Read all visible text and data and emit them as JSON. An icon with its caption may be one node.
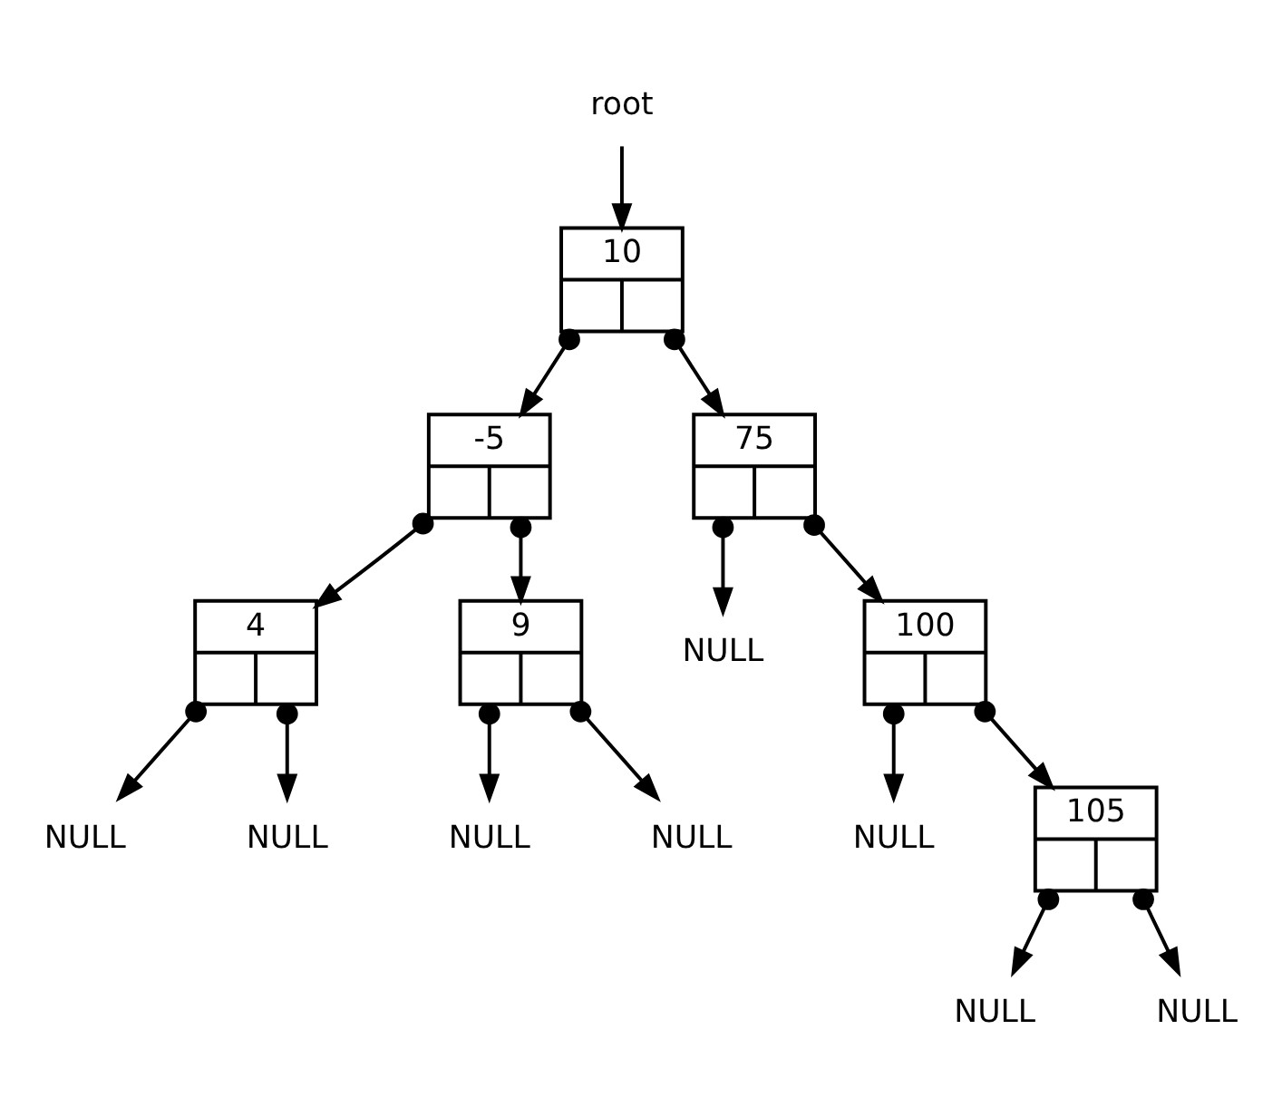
{
  "diagram": {
    "nodes": [
      {
        "text": [
          "root"
        ]
      },
      {
        "text": [
          "10"
        ]
      },
      {
        "text": [
          "-5"
        ]
      },
      {
        "text": [
          "75"
        ]
      },
      {
        "text": [
          "NULL"
        ]
      },
      {
        "text": [
          "4"
        ]
      },
      {
        "text": [
          "9"
        ]
      },
      {
        "text": [
          "100"
        ]
      },
      {
        "text": [
          "NULL"
        ]
      },
      {
        "text": [
          "NULL"
        ]
      },
      {
        "text": [
          "NULL"
        ]
      },
      {
        "text": [
          "NULL"
        ]
      },
      {
        "text": [
          "NULL"
        ]
      },
      {
        "text": [
          "105"
        ]
      },
      {
        "text": [
          "NULL"
        ]
      },
      {
        "text": [
          "NULL"
        ]
      }
    ],
    "edges": [
      {
        "from": 0,
        "to": 1,
        "arrow": "to"
      },
      {
        "from": 1,
        "to": 2,
        "arrow": "to"
      },
      {
        "from": 1,
        "to": 3,
        "arrow": "to"
      },
      {
        "from": 2,
        "to": 5,
        "arrow": "to"
      },
      {
        "from": 2,
        "to": 6,
        "arrow": "to"
      },
      {
        "from": 3,
        "to": 4,
        "arrow": "to"
      },
      {
        "from": 3,
        "to": 7,
        "arrow": "to"
      },
      {
        "from": 5,
        "to": 8,
        "arrow": "to"
      },
      {
        "from": 5,
        "to": 9,
        "arrow": "to"
      },
      {
        "from": 6,
        "to": 10,
        "arrow": "to"
      },
      {
        "from": 6,
        "to": 11,
        "arrow": "to"
      },
      {
        "from": 7,
        "to": 12,
        "arrow": "to"
      },
      {
        "from": 7,
        "to": 13,
        "arrow": "to"
      },
      {
        "from": 13,
        "to": 14,
        "arrow": "to"
      },
      {
        "from": 13,
        "to": 15,
        "arrow": "to"
      }
    ]
  }
}
